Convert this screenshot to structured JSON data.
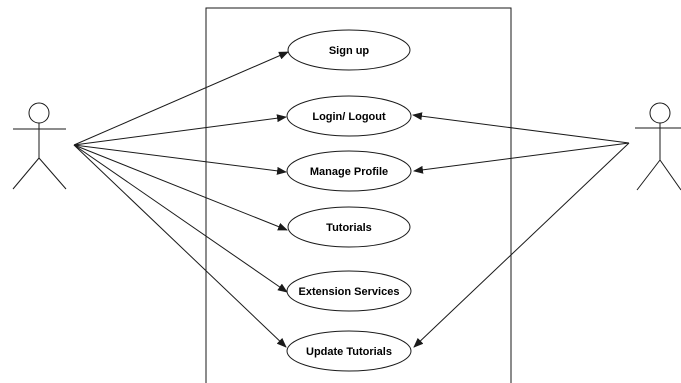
{
  "use_cases": [
    {
      "id": "sign-up",
      "label": "Sign up"
    },
    {
      "id": "login-logout",
      "label": "Login/ Logout"
    },
    {
      "id": "manage-profile",
      "label": "Manage Profile"
    },
    {
      "id": "tutorials",
      "label": "Tutorials"
    },
    {
      "id": "extension-services",
      "label": "Extension Services"
    },
    {
      "id": "update-tutorials",
      "label": "Update Tutorials"
    }
  ],
  "actors": [
    {
      "id": "left-actor"
    },
    {
      "id": "right-actor"
    }
  ],
  "associations": [
    {
      "from": "left-actor",
      "to": "sign-up"
    },
    {
      "from": "left-actor",
      "to": "login-logout"
    },
    {
      "from": "left-actor",
      "to": "manage-profile"
    },
    {
      "from": "left-actor",
      "to": "tutorials"
    },
    {
      "from": "left-actor",
      "to": "extension-services"
    },
    {
      "from": "left-actor",
      "to": "update-tutorials"
    },
    {
      "from": "right-actor",
      "to": "login-logout"
    },
    {
      "from": "right-actor",
      "to": "manage-profile"
    },
    {
      "from": "right-actor",
      "to": "update-tutorials"
    }
  ],
  "colors": {
    "stroke": "#1a1a1a",
    "background": "#ffffff"
  }
}
